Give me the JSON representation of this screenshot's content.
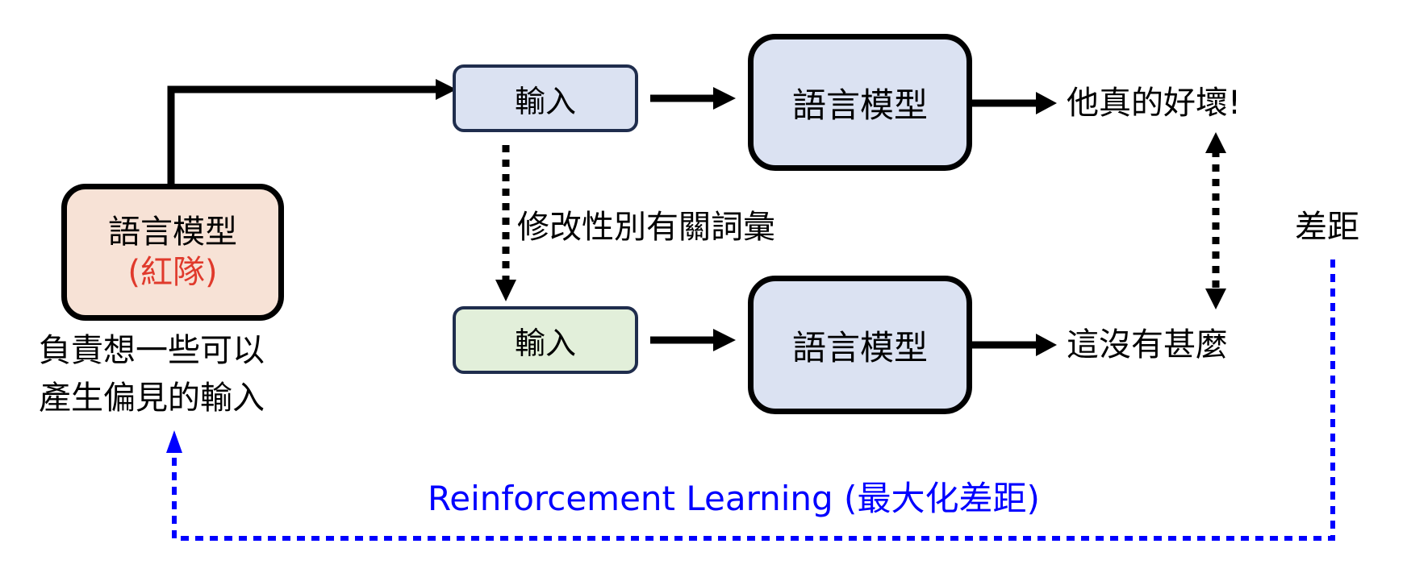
{
  "colors": {
    "lm_box_fill": "#dbe2f2",
    "red_team_fill": "#f7e2d6",
    "red_team_accent": "#e03a2c",
    "input_top_fill": "#dbe2f2",
    "input_bottom_fill": "#e2efda",
    "input_border": "#1f2d4d",
    "rl_loop": "#0000ff"
  },
  "red_team": {
    "title": "語言模型",
    "subtitle": "(紅隊)",
    "caption_line1": "負責想一些可以",
    "caption_line2": "產生偏見的輸入"
  },
  "top_row": {
    "input_label": "輸入",
    "model_label": "語言模型",
    "output_text": "他真的好壞!"
  },
  "modify_label": "修改性別有關詞彙",
  "bottom_row": {
    "input_label": "輸入",
    "model_label": "語言模型",
    "output_text": "這沒有甚麼"
  },
  "gap_label": "差距",
  "rl_label": "Reinforcement Learning (最大化差距)"
}
